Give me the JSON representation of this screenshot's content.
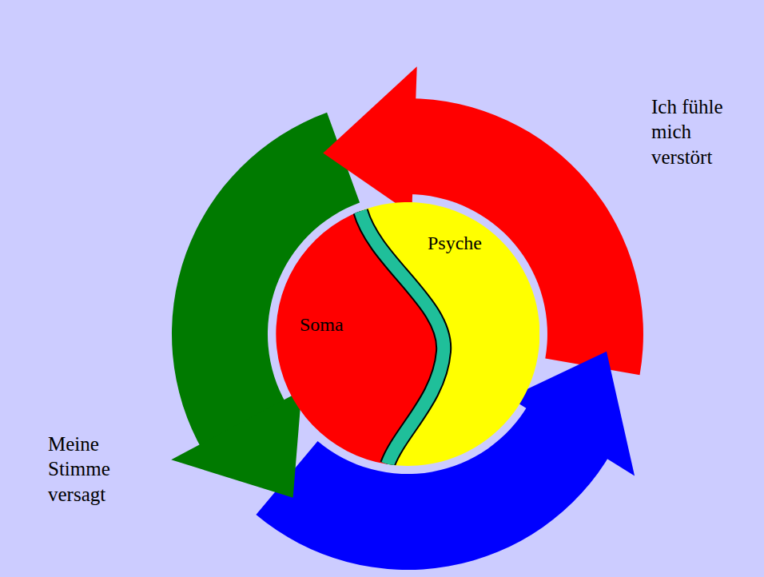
{
  "diagram": {
    "nodes": [
      {
        "text": [
          "Psyche"
        ]
      },
      {
        "text": [
          "Soma"
        ]
      }
    ],
    "labels": [
      "Ich fühle mich verstört",
      "Meine Stimme versagt"
    ]
  }
}
